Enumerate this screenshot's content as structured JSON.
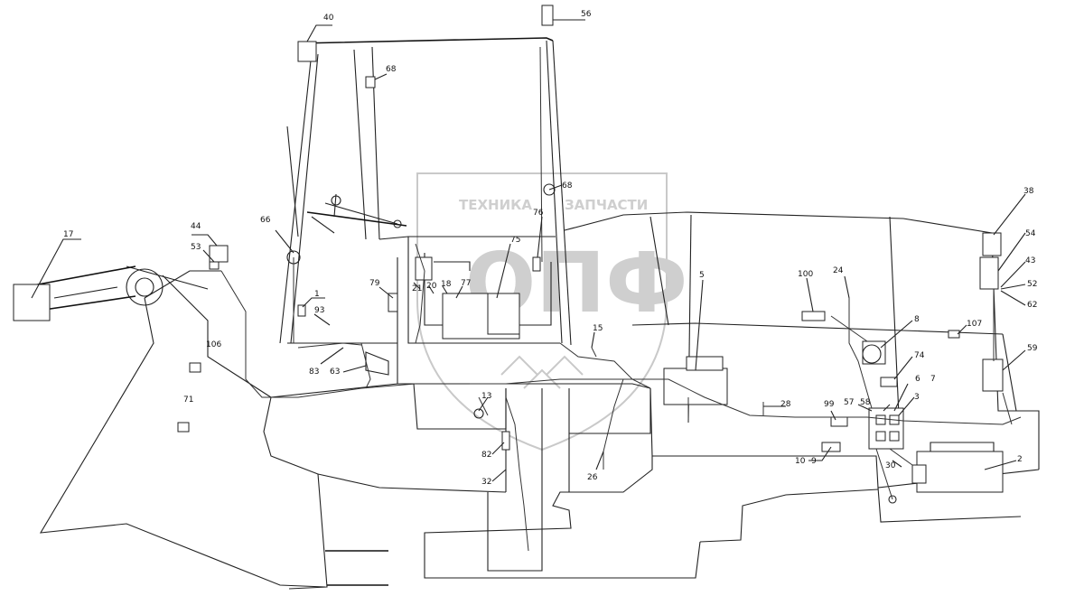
{
  "watermark": {
    "top_text": "ТЕХНИКА",
    "right_text": "ЗАПЧАСТИ",
    "logo_text": "ОПФ"
  },
  "callouts": [
    "40",
    "56",
    "68",
    "66",
    "44",
    "53",
    "17",
    "1",
    "93",
    "83",
    "63",
    "79",
    "21",
    "20",
    "18",
    "77",
    "75",
    "76",
    "68",
    "106",
    "71",
    "13",
    "82",
    "32",
    "26",
    "15",
    "5",
    "100",
    "24",
    "8",
    "74",
    "28",
    "99",
    "57",
    "58",
    "6",
    "7",
    "3",
    "10",
    "9",
    "30",
    "2",
    "107",
    "59",
    "38",
    "54",
    "43",
    "52",
    "62"
  ]
}
